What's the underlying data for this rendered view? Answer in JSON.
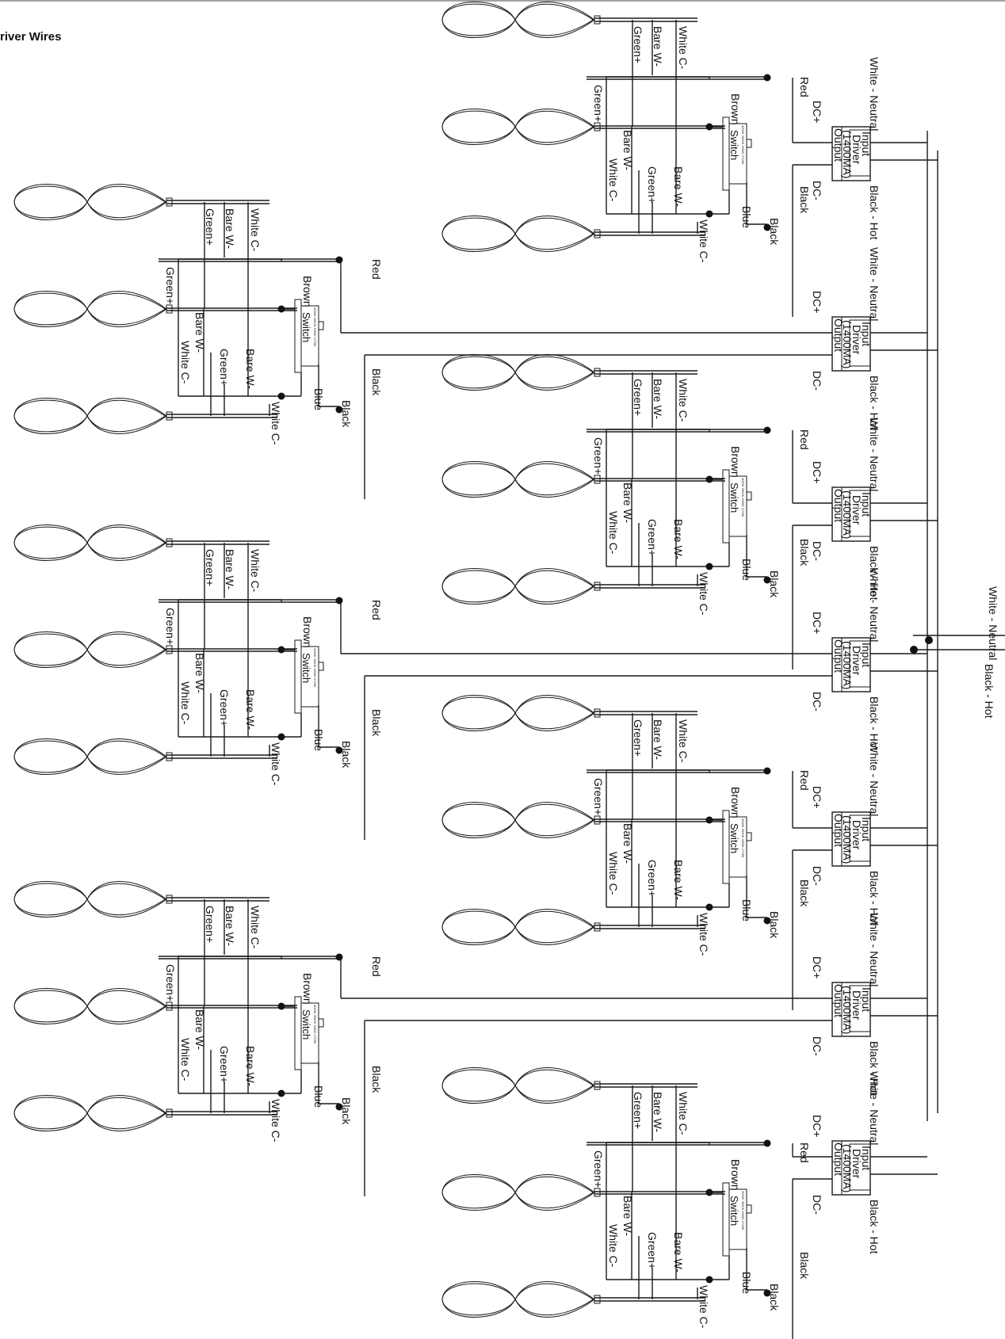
{
  "title": "river Wires",
  "labels": {
    "white_neutral": "White - Neutral",
    "black_hot": "Black - Hot",
    "input": "Input",
    "driver": "Driver",
    "rating": "(1400MA)",
    "output": "Output",
    "dc_plus": "DC+",
    "dc_minus": "DC-",
    "red": "Red",
    "black": "Black",
    "brown": "Brown",
    "blue": "Blue",
    "switch": "Switch",
    "switch_values": "4000K 3500K 3000K 2700K",
    "green_plus": "Green+",
    "bare_w": "Bare W-",
    "white_c": "White C-"
  }
}
